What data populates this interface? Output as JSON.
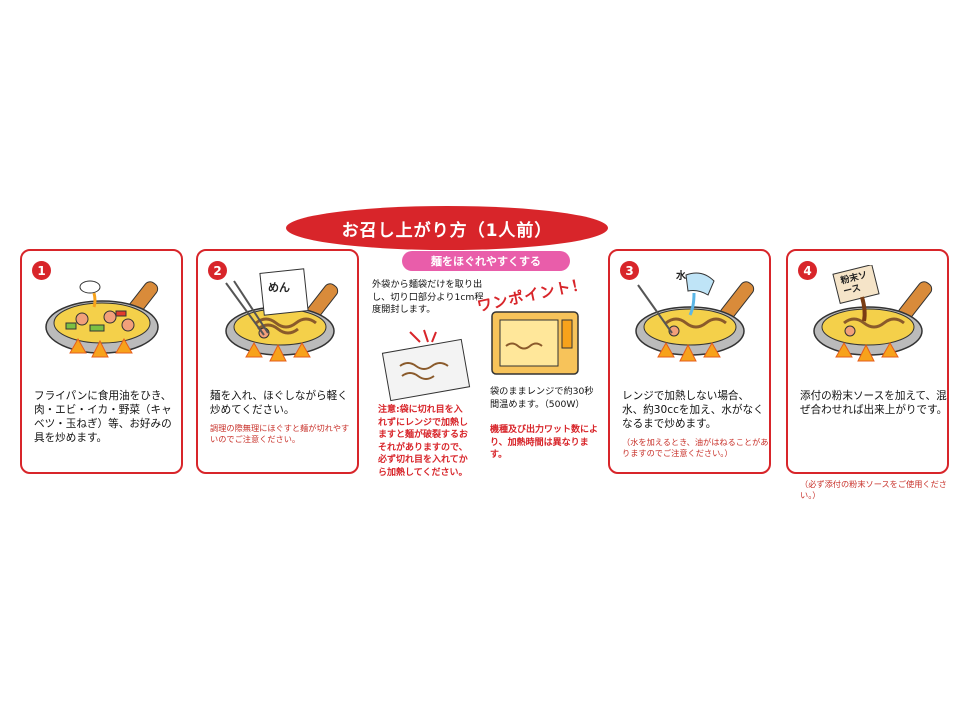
{
  "title": "お召し上がり方（1人前）",
  "steps": [
    {
      "num": "1",
      "text": "フライパンに食用油をひき、肉・エビ・イカ・野菜（キャベツ・玉ねぎ）等、お好みの具を炒めます。"
    },
    {
      "num": "2",
      "text": "麺を入れ、ほぐしながら軽く炒めてください。",
      "note": "調理の際無理にほぐすと麺が切れやすいのでご注意ください。",
      "packet_label": "めん"
    },
    {
      "num": "3",
      "text": "レンジで加熱しない場合、水、約30ccを加え、水がなくなるまで炒めます。",
      "note": "（水を加えるとき、油がはねることがありますのでご注意ください。）",
      "water_label": "水"
    },
    {
      "num": "4",
      "text": "添付の粉末ソースを加えて、混ぜ合わせれば出来上がりです。",
      "sauce_label": "粉末ソース"
    }
  ],
  "onepoint": {
    "header": "麺をほぐれやすくする",
    "label": "ワンポイント！",
    "open_text": "外袋から麺袋だけを取り出し、切り口部分より1cm程度開封します。",
    "caution": "注意:袋に切れ目を入れずにレンジで加熱しますと麺が破裂するおそれがありますので、必ず切れ目を入れてから加熱してください。",
    "microwave_text": "袋のままレンジで約30秒間温めます。（500W）",
    "wattage_note": "機種及び出力ワット数により、加熱時間は異なります。"
  },
  "footer_note": "（必ず添付の粉末ソースをご使用ください。）",
  "colors": {
    "red": "#d8252a",
    "pink": "#e95daa",
    "flame": "#f7a21b",
    "pan": "#c9c9c9"
  }
}
